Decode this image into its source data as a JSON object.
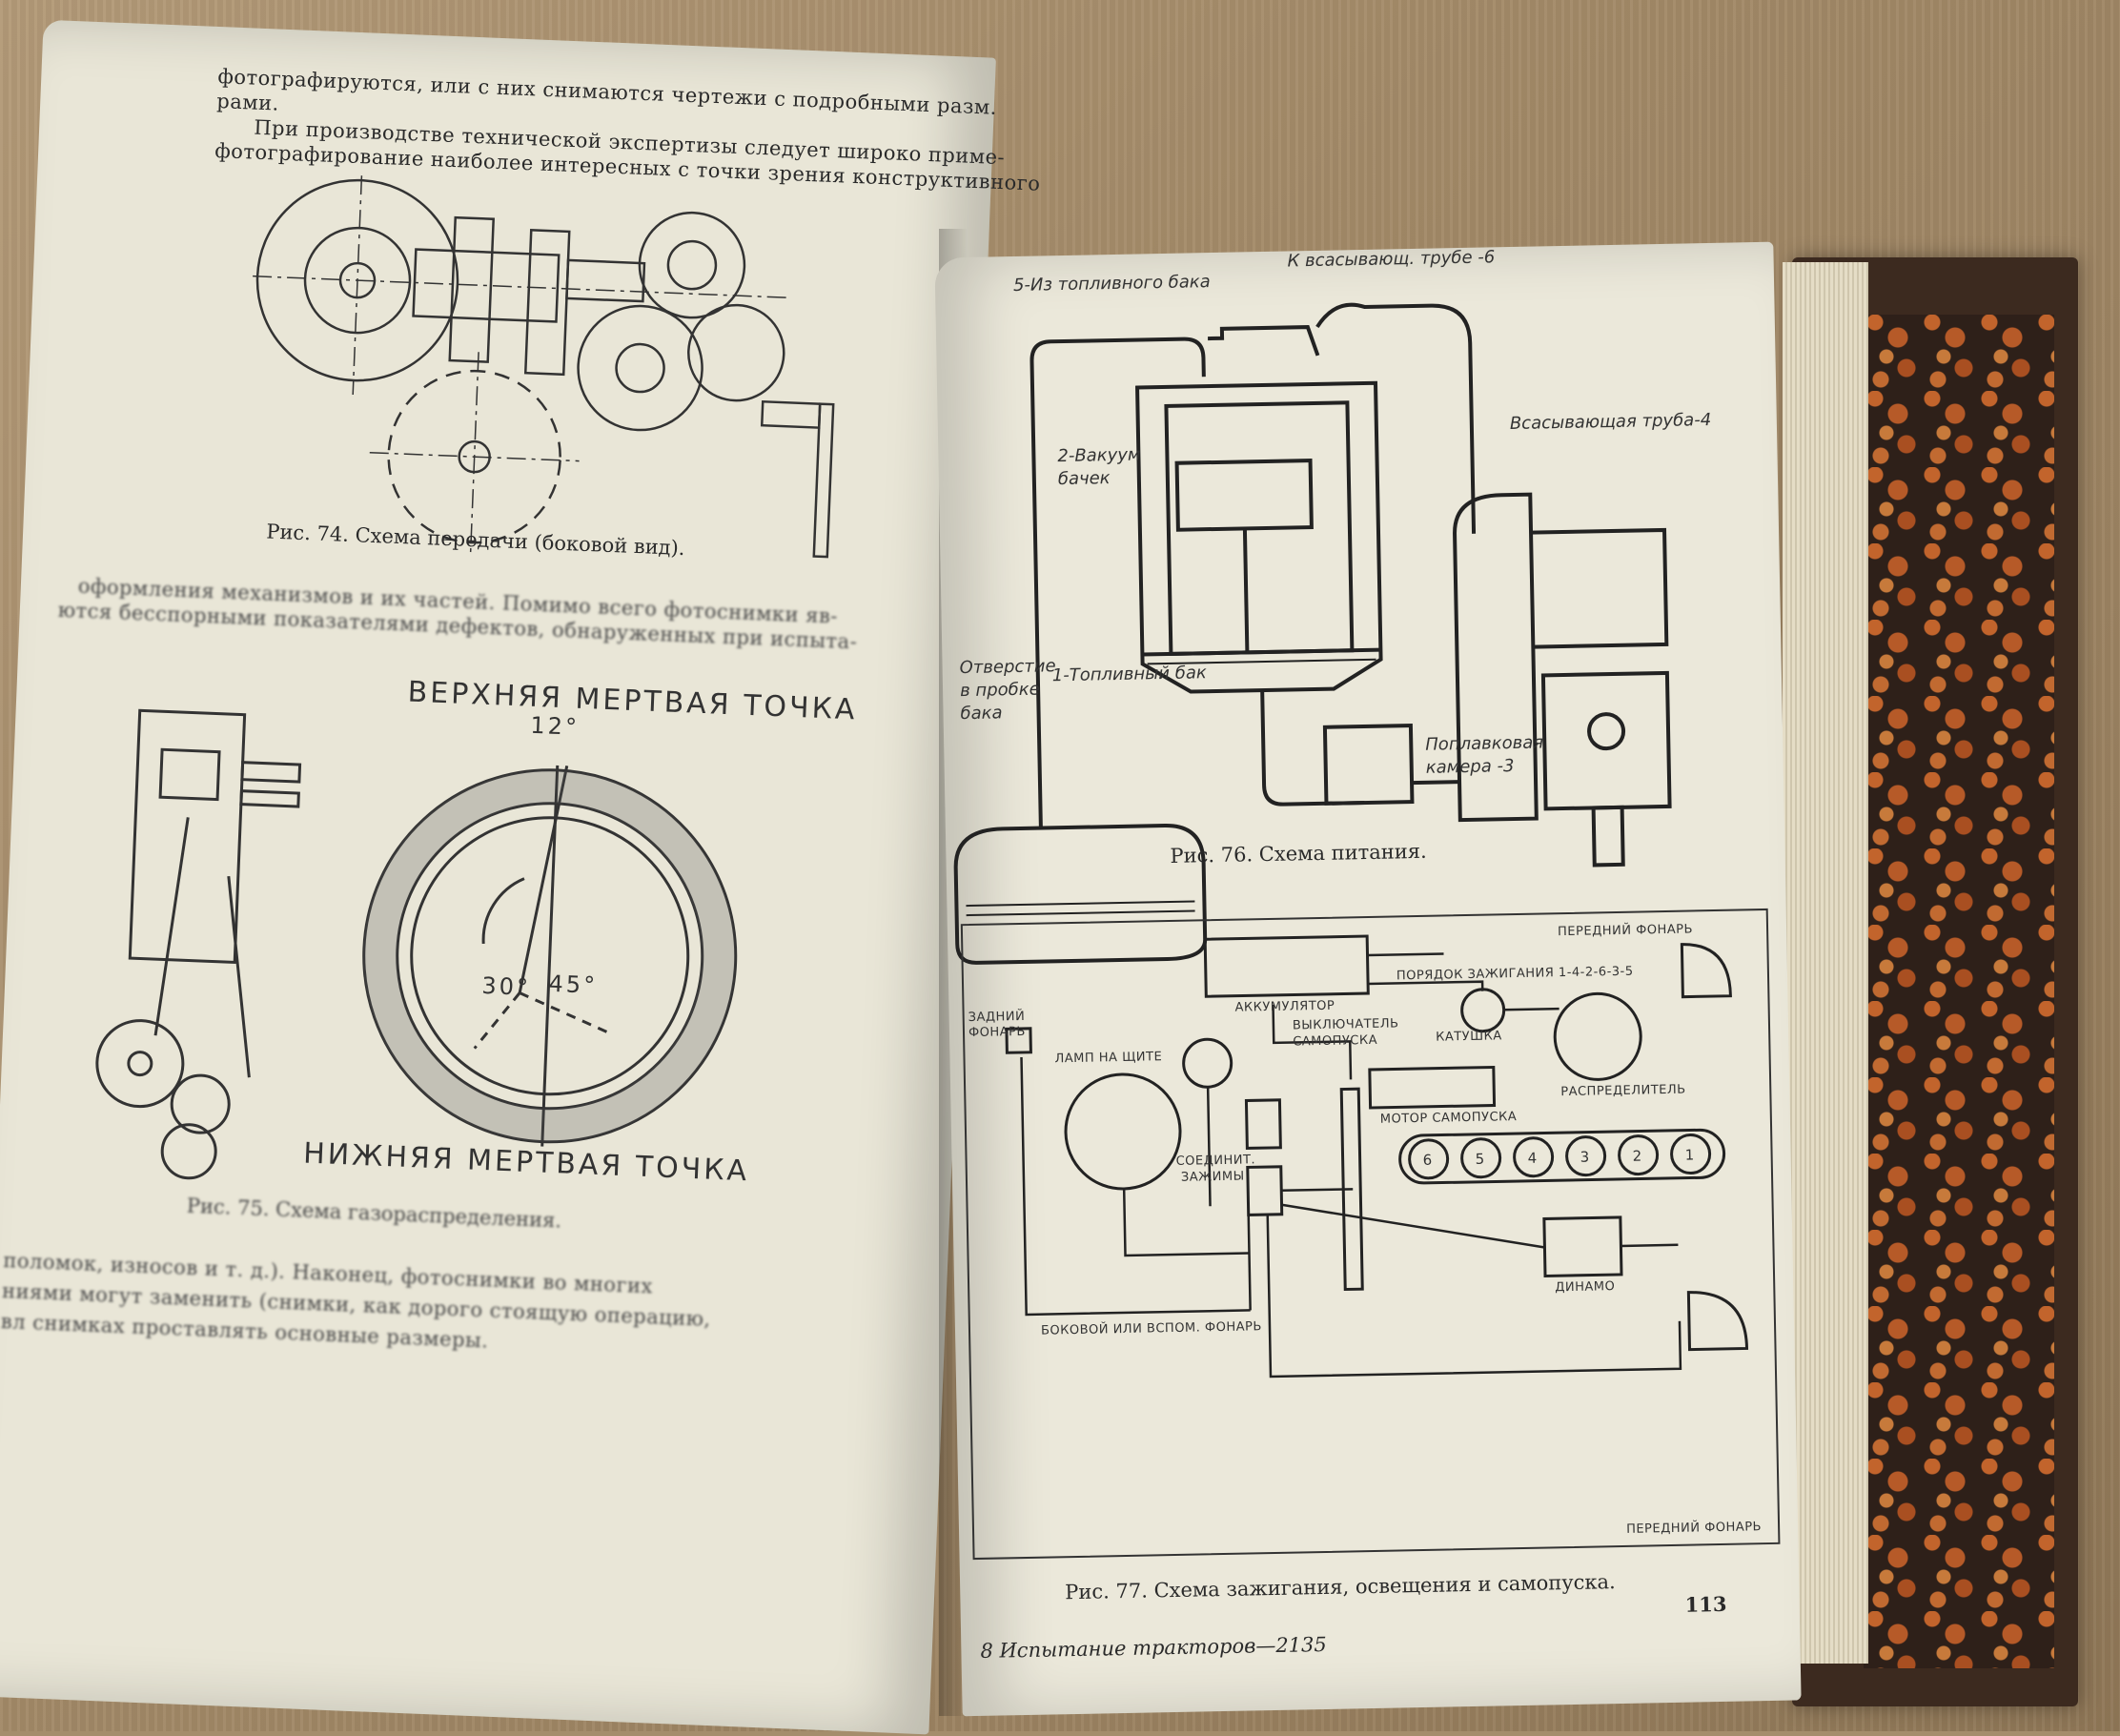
{
  "left_page": {
    "top_text": [
      "фотографируются, или с них снимаются чертежи с подробными разм.",
      "рами.",
      "При производстве технической экспертизы следует широко приме-",
      "фотографирование наиболее интересных с точки зрения конструктивного"
    ],
    "fig74_caption": "Рис. 74. Схема передачи (боковой вид).",
    "middle_text": [
      "оформления механизмов и их частей. Помимо всего фотоснимки яв-",
      "ются бесспорными показателями дефектов, обнаруженных при испыта-"
    ],
    "fig75": {
      "top_label": "ВЕРХНЯЯ МЕРТВАЯ ТОЧКА",
      "bottom_label": "НИЖНЯЯ МЕРТВАЯ ТОЧКА",
      "angle_top": "12°",
      "angle_a": "30°",
      "angle_b": "45°"
    },
    "fig75_caption": "Рис. 75. Схема газораспределения.",
    "bottom_text": [
      "поломок, износов и т. д.). Наконец, фотоснимки во многих",
      "ниями могут заменить (снимки, как дорого стоящую операцию,",
      "вл снимках проставлять основные размеры."
    ]
  },
  "right_page": {
    "fig76": {
      "label_fuel_from_tank": "5-Из топливного бака",
      "label_to_suction_pipe": "К всасывающ. трубе -6",
      "label_vacuum_tank_1": "2-Вакуум",
      "label_vacuum_tank_2": "бачек",
      "label_suction_pipe": "Всасывающая труба-4",
      "label_opening_1": "Отверстие",
      "label_opening_2": "в пробке",
      "label_opening_3": "бака",
      "label_fuel_tank": "1-Топливный бак",
      "label_float_chamber_1": "Поплавковая",
      "label_float_chamber_2": "камера -3"
    },
    "fig76_caption": "Рис. 76. Схема питания.",
    "fig77": {
      "front_lamp_top": "ПЕРЕДНИЙ ФОНАРЬ",
      "firing_order": "ПОРЯДОК ЗАЖИГАНИЯ 1-4-2-6-3-5",
      "battery": "АККУМУЛЯТОР",
      "starter_switch_1": "ВЫКЛЮЧАТЕЛЬ",
      "starter_switch_2": "САМОПУСКА",
      "coil": "КАТУШКА",
      "rear_lamp_1": "ЗАДНИЙ",
      "rear_lamp_2": "ФОНАРЬ",
      "dash_lamp": "ЛАМП НА ЩИТЕ",
      "distributor": "РАСПРЕДЕЛИТЕЛЬ",
      "starter_motor": "МОТОР САМОПУСКА",
      "terminals_1": "СОЕДИНИТ.",
      "terminals_2": "ЗАЖИМЫ",
      "dynamo": "ДИНАМО",
      "side_lamp": "БОКОВОЙ ИЛИ ВСПОМ. ФОНАРЬ",
      "front_lamp_bottom": "ПЕРЕДНИЙ ФОНАРЬ",
      "cylinders": [
        "6",
        "5",
        "4",
        "3",
        "2",
        "1"
      ]
    },
    "fig77_caption": "Рис. 77. Схема зажигания, освещения и самопуска.",
    "page_number": "113",
    "footer": "8  Испытание тракторов—2135"
  }
}
